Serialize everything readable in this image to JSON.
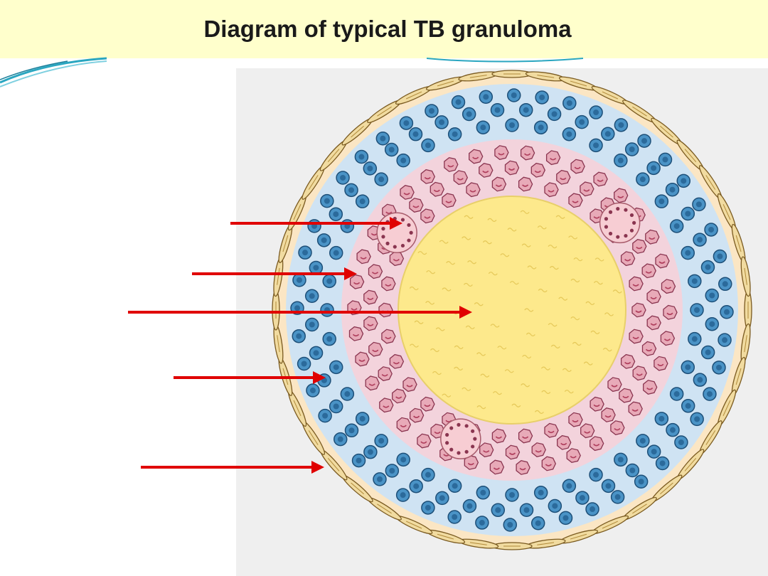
{
  "slide": {
    "title": "Diagram of typical TB granuloma"
  },
  "figure": {
    "caption": "",
    "colors": {
      "caseous_center": "#fde98c",
      "epithelioid_zone": "#f3d3dc",
      "lymphocyte_zone": "#cfe3f3",
      "fibroblast_rim": "#fbe6c4",
      "lymphocyte_cell": "#4a93c6",
      "epithelioid_cell": "#e8aab8",
      "giant_cell": "#f7cdd3",
      "fibroblast": "#f1dba0",
      "pointer_arrow": "#e00000",
      "title_background": "#ffffcc",
      "panel_background": "#efefef"
    }
  },
  "pointers": [
    {
      "target": "giant-cell"
    },
    {
      "target": "epithelioid-cells"
    },
    {
      "target": "caseous-necrosis"
    },
    {
      "target": "lymphocytes"
    },
    {
      "target": "fibroblasts"
    }
  ]
}
